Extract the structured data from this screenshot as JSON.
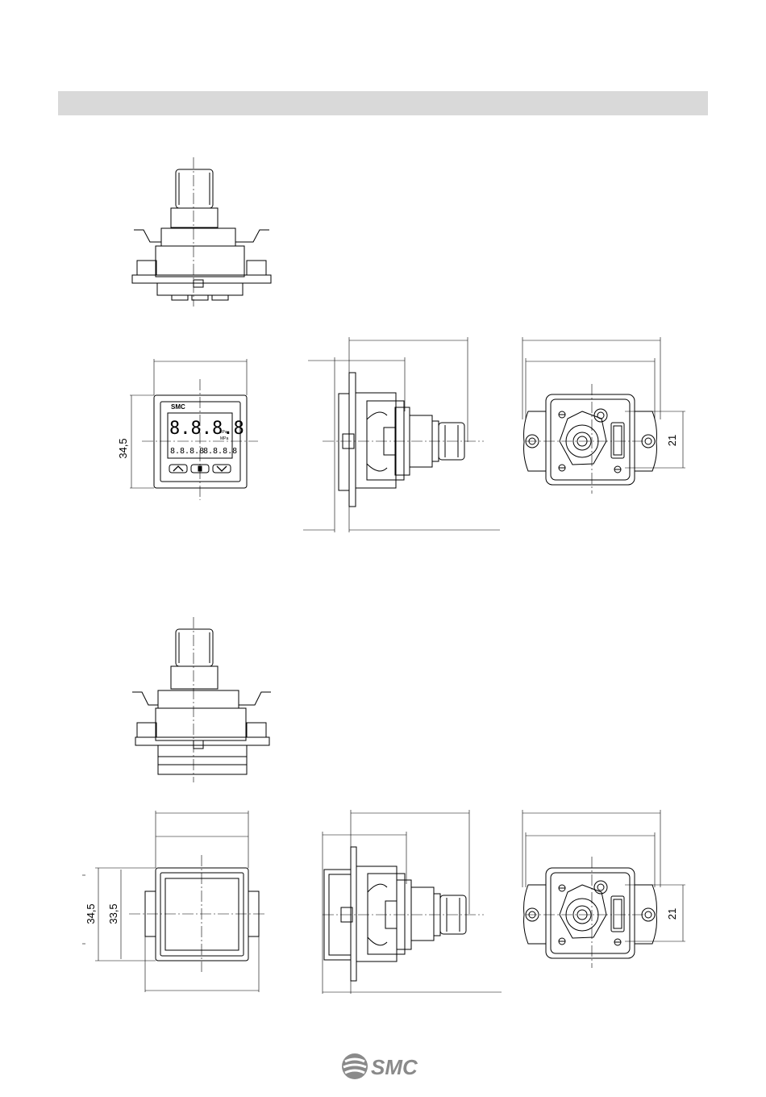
{
  "document": {
    "logo_text": "SMC",
    "dimensions": {
      "panel1_height": "34,5",
      "panel1_rear_height": "21",
      "panel2_height_outer": "34,5",
      "panel2_height_inner": "33,5",
      "panel2_rear_height": "21"
    },
    "lcd": {
      "brand": "SMC",
      "main_digits": "8.8.8.8",
      "sub_digits_left": "8.8.8.8",
      "sub_digits_right": "8.8.8.8",
      "unit_kpa": "kPa",
      "unit_mpa": "MPa"
    }
  }
}
